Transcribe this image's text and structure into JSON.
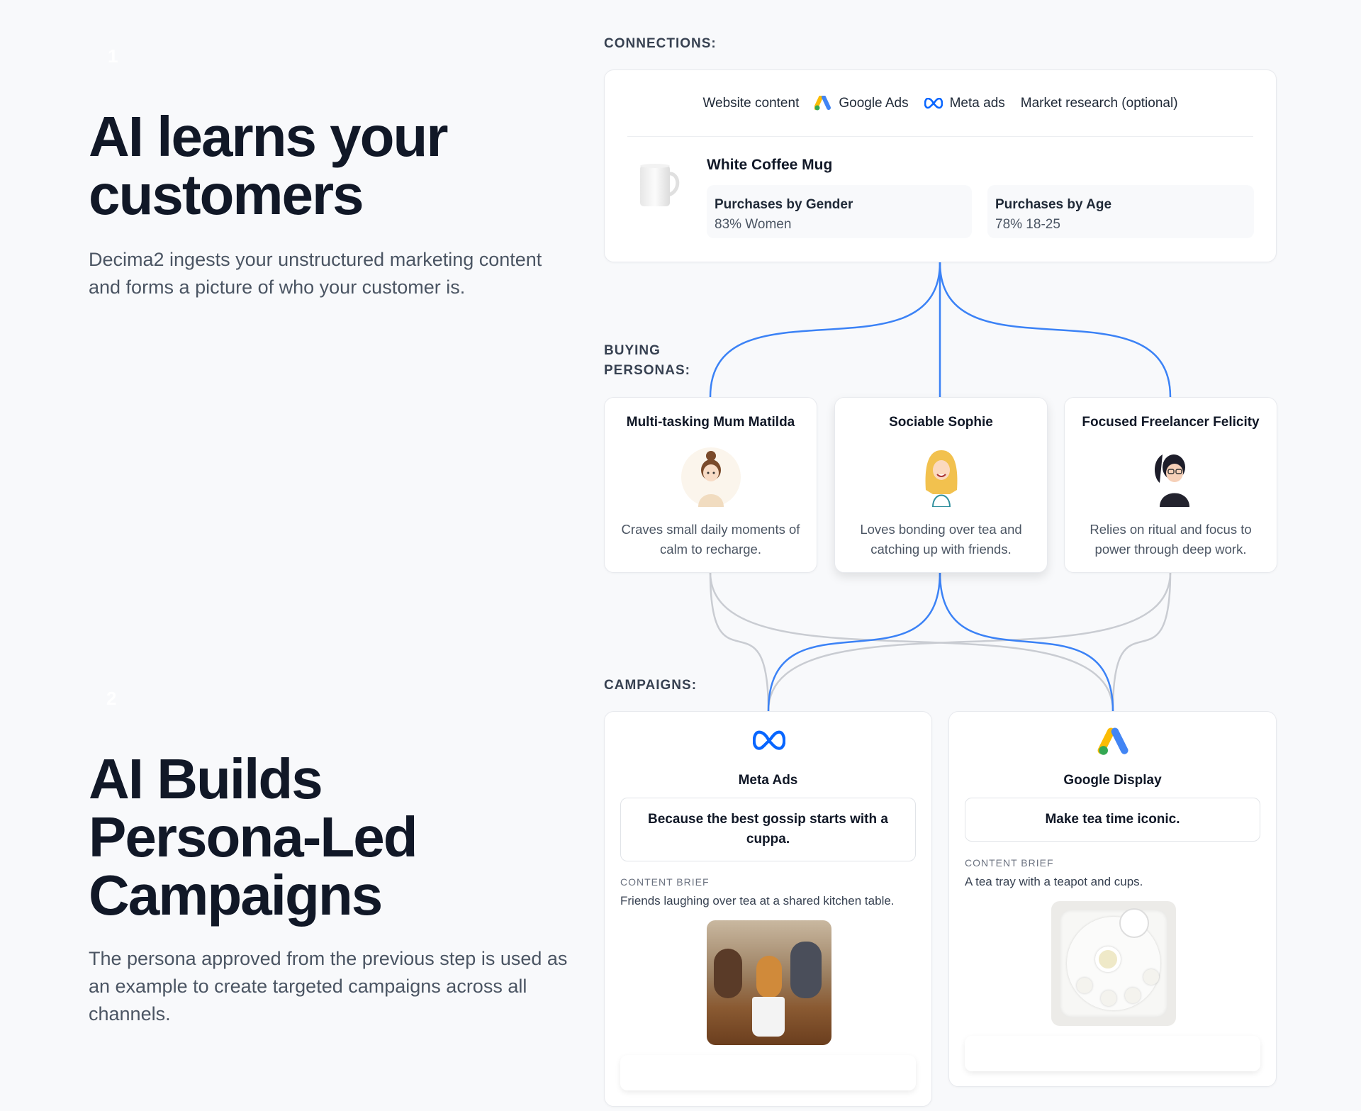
{
  "section1": {
    "step": "1",
    "title": "AI learns your customers",
    "description": "Decima2 ingests your unstructured marketing content and forms a picture of who your customer is."
  },
  "section2": {
    "step": "2",
    "title": "AI Builds Persona-Led Campaigns",
    "description": "The persona approved from the previous step is used as an example to create targeted campaigns across all channels."
  },
  "connections": {
    "label": "CONNECTIONS:",
    "sources": [
      {
        "label": "Website content",
        "icon": ""
      },
      {
        "label": "Google Ads",
        "icon": "google-ads-icon"
      },
      {
        "label": "Meta ads",
        "icon": "meta-icon"
      },
      {
        "label": "Market research (optional)",
        "icon": ""
      }
    ],
    "product": {
      "name": "White Coffee Mug",
      "stats": [
        {
          "title": "Purchases by Gender",
          "value": "83% Women"
        },
        {
          "title": "Purchases by Age",
          "value": "78% 18-25"
        }
      ]
    }
  },
  "personas": {
    "label": "BUYING PERSONAS:",
    "items": [
      {
        "name": "Multi-tasking Mum Matilda",
        "description": "Craves small daily moments of calm to recharge."
      },
      {
        "name": "Sociable Sophie",
        "description": "Loves bonding over tea and catching up with friends.",
        "selected": true
      },
      {
        "name": "Focused Freelancer Felicity",
        "description": "Relies on ritual and focus to power through deep work."
      }
    ]
  },
  "campaigns": {
    "label": "CAMPAIGNS:",
    "items": [
      {
        "channel": "Meta Ads",
        "headline": "Because the best gossip starts with a cuppa.",
        "brief_label": "CONTENT BRIEF",
        "brief": "Friends laughing over tea at a shared kitchen table."
      },
      {
        "channel": "Google Display",
        "headline": "Make tea time iconic.",
        "brief_label": "CONTENT BRIEF",
        "brief": "A tea tray with a teapot and cups."
      }
    ]
  },
  "colors": {
    "accent": "#3b82f6",
    "connector_gray": "#c9ccd2",
    "meta_blue": "#0866ff"
  }
}
